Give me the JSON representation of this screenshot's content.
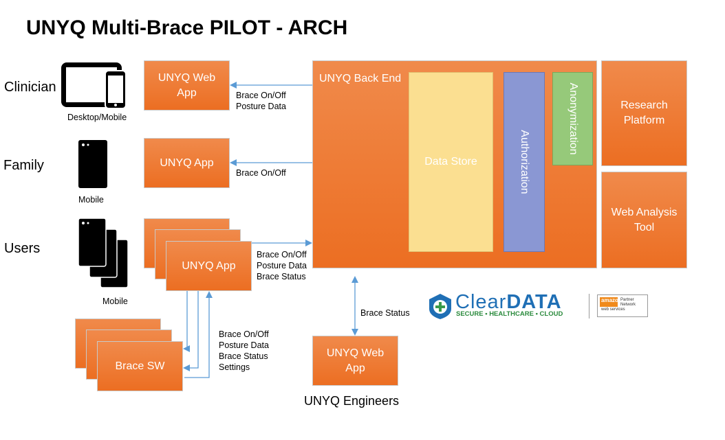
{
  "title": "UNYQ Multi-Brace PILOT - ARCH",
  "rows": {
    "clinician": {
      "label": "Clinician",
      "device_label": "Desktop/Mobile"
    },
    "family": {
      "label": "Family",
      "device_label": "Mobile"
    },
    "users": {
      "label": "Users",
      "device_label": "Mobile"
    }
  },
  "boxes": {
    "clinician_app": "UNYQ Web App",
    "family_app": "UNYQ App",
    "users_app": "UNYQ App",
    "brace_sw": "Brace SW",
    "engineer_app": "UNYQ Web App",
    "research": "Research Platform",
    "web_analysis": "Web Analysis Tool"
  },
  "backend": {
    "title": "UNYQ Back End",
    "data_store": "Data Store",
    "authorization": "Authorization",
    "anonymization": "Anonymization"
  },
  "flows": {
    "clinician": [
      "Brace On/Off",
      "Posture Data"
    ],
    "family": [
      "Brace On/Off"
    ],
    "users": [
      "Brace On/Off",
      "Posture Data",
      "Brace Status"
    ],
    "brace": [
      "Brace On/Off",
      "Posture Data",
      "Brace Status",
      "Settings"
    ],
    "engineers": [
      "Brace Status"
    ]
  },
  "engineers_label": "UNYQ Engineers",
  "logo": {
    "name_part1": "Clear",
    "name_part2": "DATA",
    "tagline": "SECURE • HEALTHCARE • CLOUD",
    "partner_brand": "amazon",
    "partner_sub": "web services",
    "partner_text": "Partner Network"
  },
  "colors": {
    "orange": "#ec6e22",
    "arrow": "#5b9bd5",
    "data_store": "#fbdf91",
    "authorization": "#8a97d3",
    "anonymization": "#96c97a",
    "logo_blue": "#1f6fb5"
  }
}
